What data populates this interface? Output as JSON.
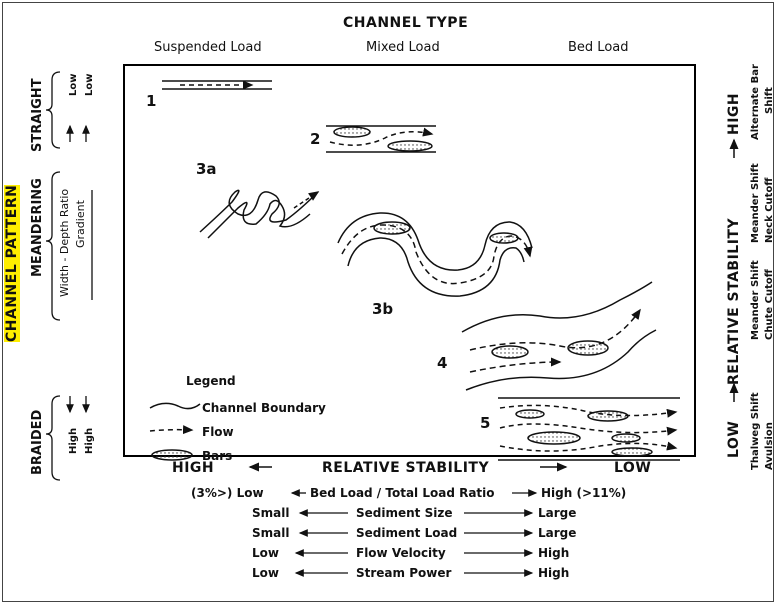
{
  "title": "CHANNEL TYPE",
  "channel_types": {
    "suspended": "Suspended Load",
    "mixed": "Mixed Load",
    "bed": "Bed Load"
  },
  "left_axis": {
    "title_highlight": "CHANNEL PATTERN",
    "straight": "STRAIGHT",
    "meandering": "MEANDERING",
    "braided": "BRAIDED",
    "low1": "Low",
    "low2": "Low",
    "wd_ratio": "Width - Depth Ratio",
    "gradient": "Gradient",
    "high1": "High",
    "high2": "High"
  },
  "diagram_labels": {
    "d1": "1",
    "d2": "2",
    "d3a": "3a",
    "d3b": "3b",
    "d4": "4",
    "d5": "5"
  },
  "legend": {
    "title": "Legend",
    "boundary": "Channel Boundary",
    "flow": "Flow",
    "bars": "Bars"
  },
  "bottom_axis": {
    "high": "HIGH",
    "title": "RELATIVE STABILITY",
    "low": "LOW"
  },
  "bottom_table": {
    "r1_left": "(3%>) Low",
    "r1_mid": "Bed Load / Total Load Ratio",
    "r1_right": "High (>11%)",
    "r2_left": "Small",
    "r2_mid": "Sediment Size",
    "r2_right": "Large",
    "r3_left": "Small",
    "r3_mid": "Sediment Load",
    "r3_right": "Large",
    "r4_left": "Low",
    "r4_mid": "Flow Velocity",
    "r4_right": "High",
    "r5_left": "Low",
    "r5_mid": "Stream Power",
    "r5_right": "High"
  },
  "right_axis": {
    "low": "LOW",
    "title": "RELATIVE STABILITY",
    "high": "HIGH",
    "thalweg": "Thalweg Shift",
    "avulsion": "Avulsion",
    "meander_shift1": "Meander Shift",
    "chute_cutoff": "Chute Cutoff",
    "meander_shift2": "Meander Shift",
    "neck_cutoff": "Neck Cutoff",
    "alternate_bar": "Alternate Bar",
    "shift": "Shift"
  },
  "colors": {
    "highlight": "#ffee00",
    "ink": "#111111"
  }
}
